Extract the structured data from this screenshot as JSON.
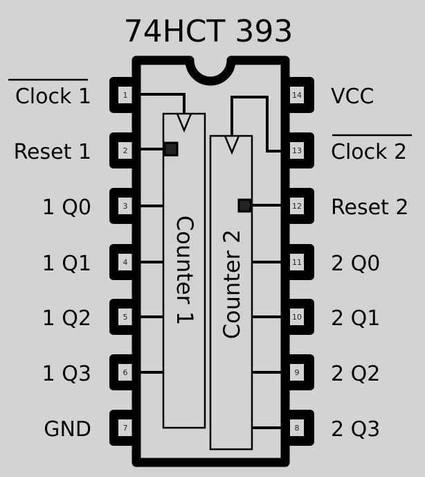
{
  "title": "74HCT 393",
  "colors": {
    "background": "#d3d3d3",
    "outline": "#000000",
    "reset_marker": "#222222"
  },
  "left_pins": [
    {
      "number": "1",
      "label": "Clock 1",
      "overline": true
    },
    {
      "number": "2",
      "label": "Reset 1",
      "overline": false
    },
    {
      "number": "3",
      "label": "1 Q0",
      "overline": false
    },
    {
      "number": "4",
      "label": "1 Q1",
      "overline": false
    },
    {
      "number": "5",
      "label": "1 Q2",
      "overline": false
    },
    {
      "number": "6",
      "label": "1 Q3",
      "overline": false
    },
    {
      "number": "7",
      "label": "GND",
      "overline": false
    }
  ],
  "right_pins": [
    {
      "number": "14",
      "label": "VCC",
      "overline": false
    },
    {
      "number": "13",
      "label": "Clock 2",
      "overline": true
    },
    {
      "number": "12",
      "label": "Reset 2",
      "overline": false
    },
    {
      "number": "11",
      "label": "2 Q0",
      "overline": false
    },
    {
      "number": "10",
      "label": "2 Q1",
      "overline": false
    },
    {
      "number": "9",
      "label": "2 Q2",
      "overline": false
    },
    {
      "number": "8",
      "label": "2 Q3",
      "overline": false
    }
  ],
  "blocks": [
    {
      "name": "Counter 1"
    },
    {
      "name": "Counter 2"
    }
  ]
}
